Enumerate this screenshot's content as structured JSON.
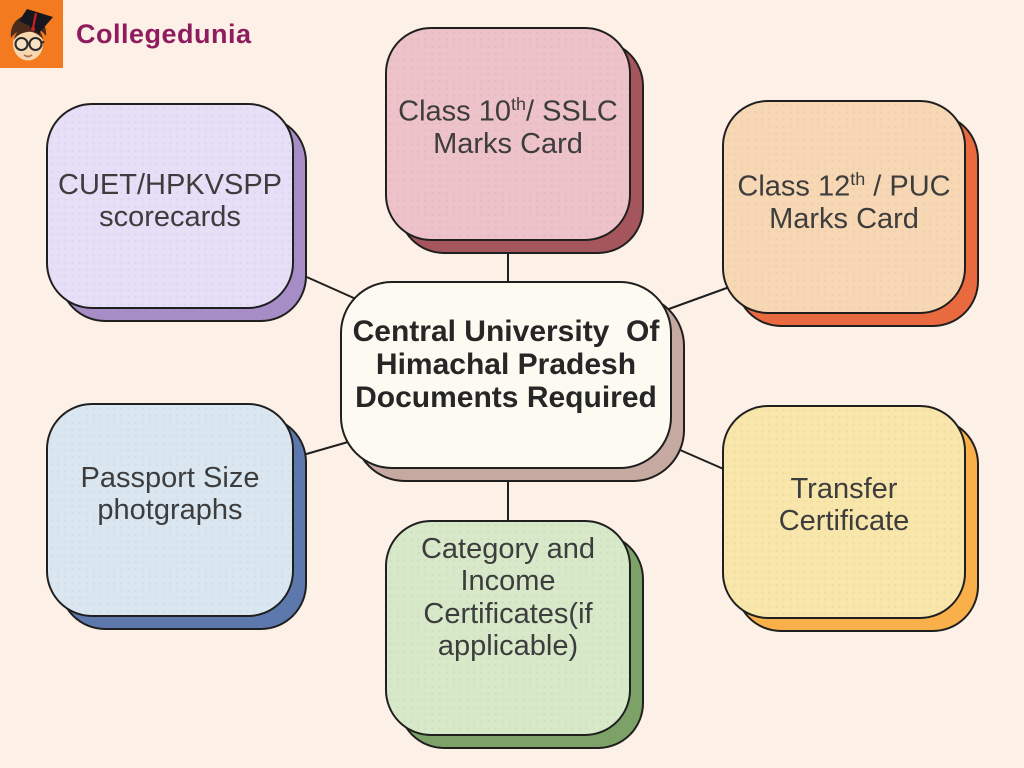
{
  "page": {
    "background": "#fdf1e7",
    "border_color": "#1f1f1f"
  },
  "brand": {
    "name": "Collegedunia",
    "name_color": "#8e1c5e",
    "logo_background": "#f47a1f"
  },
  "central": {
    "id": "central-title",
    "line1": "Central University  Of",
    "line2": "Himachal Pradesh",
    "line3": "Documents Required",
    "fill": "#fcfaf1",
    "shadow": "#c6a9a0"
  },
  "nodes": [
    {
      "id": "cuet-scorecards",
      "line1": "CUET/HPKVSPP",
      "line2": "scorecards",
      "fill": "#e6dff7",
      "shadow": "#a78dc6"
    },
    {
      "id": "class-10-marks-card",
      "prefix": "Class 10",
      "sup": "th",
      "suffix": "/ SSLC",
      "line2": "Marks Card",
      "fill": "#eec2c9",
      "shadow": "#a4565c"
    },
    {
      "id": "class-12-marks-card",
      "prefix": "Class 12",
      "sup": "th",
      "suffix": " / PUC",
      "line2": "Marks Card",
      "fill": "#f8d8b4",
      "shadow": "#ea6a3f"
    },
    {
      "id": "passport-photographs",
      "line1": "Passport Size",
      "line2": "photgraphs",
      "fill": "#dae7f1",
      "shadow": "#5d78ac"
    },
    {
      "id": "transfer-certificate",
      "line1": "Transfer",
      "line2": "Certificate",
      "fill": "#f8e6ab",
      "shadow": "#f9af4a"
    },
    {
      "id": "category-income-certificates",
      "line1": "Category and",
      "line2": "Income",
      "line3": "Certificates(if",
      "line4": "applicable)",
      "fill": "#d7e9c9",
      "shadow": "#7da267"
    }
  ]
}
